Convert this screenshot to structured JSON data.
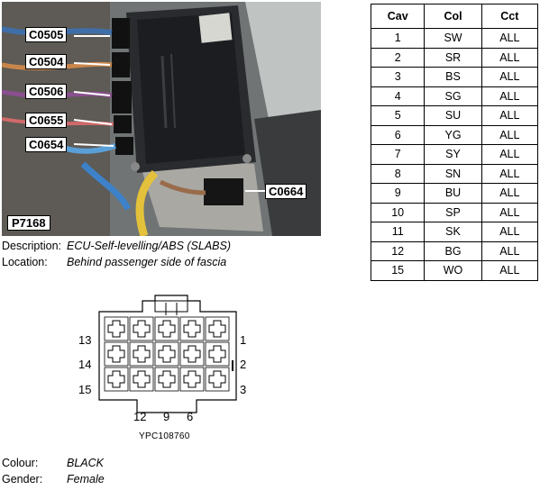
{
  "photo": {
    "id_label": "P7168",
    "callouts": [
      "C0505",
      "C0504",
      "C0506",
      "C0655",
      "C0654",
      "C0664"
    ]
  },
  "description": {
    "description_label": "Description:",
    "description_value": "ECU-Self-levelling/ABS (SLABS)",
    "location_label": "Location:",
    "location_value": "Behind passenger side of fascia"
  },
  "pin_table": {
    "headers": [
      "Cav",
      "Col",
      "Cct"
    ],
    "rows": [
      [
        "1",
        "SW",
        "ALL"
      ],
      [
        "2",
        "SR",
        "ALL"
      ],
      [
        "3",
        "BS",
        "ALL"
      ],
      [
        "4",
        "SG",
        "ALL"
      ],
      [
        "5",
        "SU",
        "ALL"
      ],
      [
        "6",
        "YG",
        "ALL"
      ],
      [
        "7",
        "SY",
        "ALL"
      ],
      [
        "8",
        "SN",
        "ALL"
      ],
      [
        "9",
        "BU",
        "ALL"
      ],
      [
        "10",
        "SP",
        "ALL"
      ],
      [
        "11",
        "SK",
        "ALL"
      ],
      [
        "12",
        "BG",
        "ALL"
      ],
      [
        "15",
        "WO",
        "ALL"
      ]
    ]
  },
  "connector": {
    "pin_labels": {
      "top_left": "13",
      "mid_left": "14",
      "bot_left": "15",
      "top_right": "1",
      "mid_right": "2",
      "bot_right": "3",
      "bottom": [
        "12",
        "9",
        "6"
      ]
    },
    "part_number": "YPC108760"
  },
  "properties": {
    "colour_label": "Colour:",
    "colour_value": "BLACK",
    "gender_label": "Gender:",
    "gender_value": "Female"
  }
}
